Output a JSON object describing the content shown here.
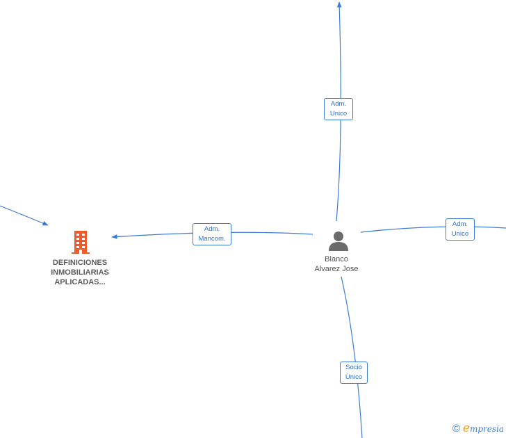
{
  "company": {
    "name_lines": [
      "DEFINICIONES",
      "INMOBILIARIAS",
      "APLICADAS..."
    ],
    "icon": "building-icon",
    "icon_color": "#f05a28"
  },
  "person": {
    "name_lines": [
      "Blanco",
      "Alvarez Jose"
    ],
    "icon": "person-icon",
    "icon_color": "#6b6b6b"
  },
  "relations": [
    {
      "lines": [
        "Adm.",
        "Unico"
      ]
    },
    {
      "lines": [
        "Adm.",
        "Mancom."
      ]
    },
    {
      "lines": [
        "Adm.",
        "Unico"
      ]
    },
    {
      "lines": [
        "Socio",
        "Único"
      ]
    }
  ],
  "footer": {
    "copyright_symbol": "©",
    "brand_initial": "e",
    "brand_rest": "mpresia"
  },
  "colors": {
    "edge": "#3a7bd5",
    "label_text": "#2f6fc8"
  }
}
